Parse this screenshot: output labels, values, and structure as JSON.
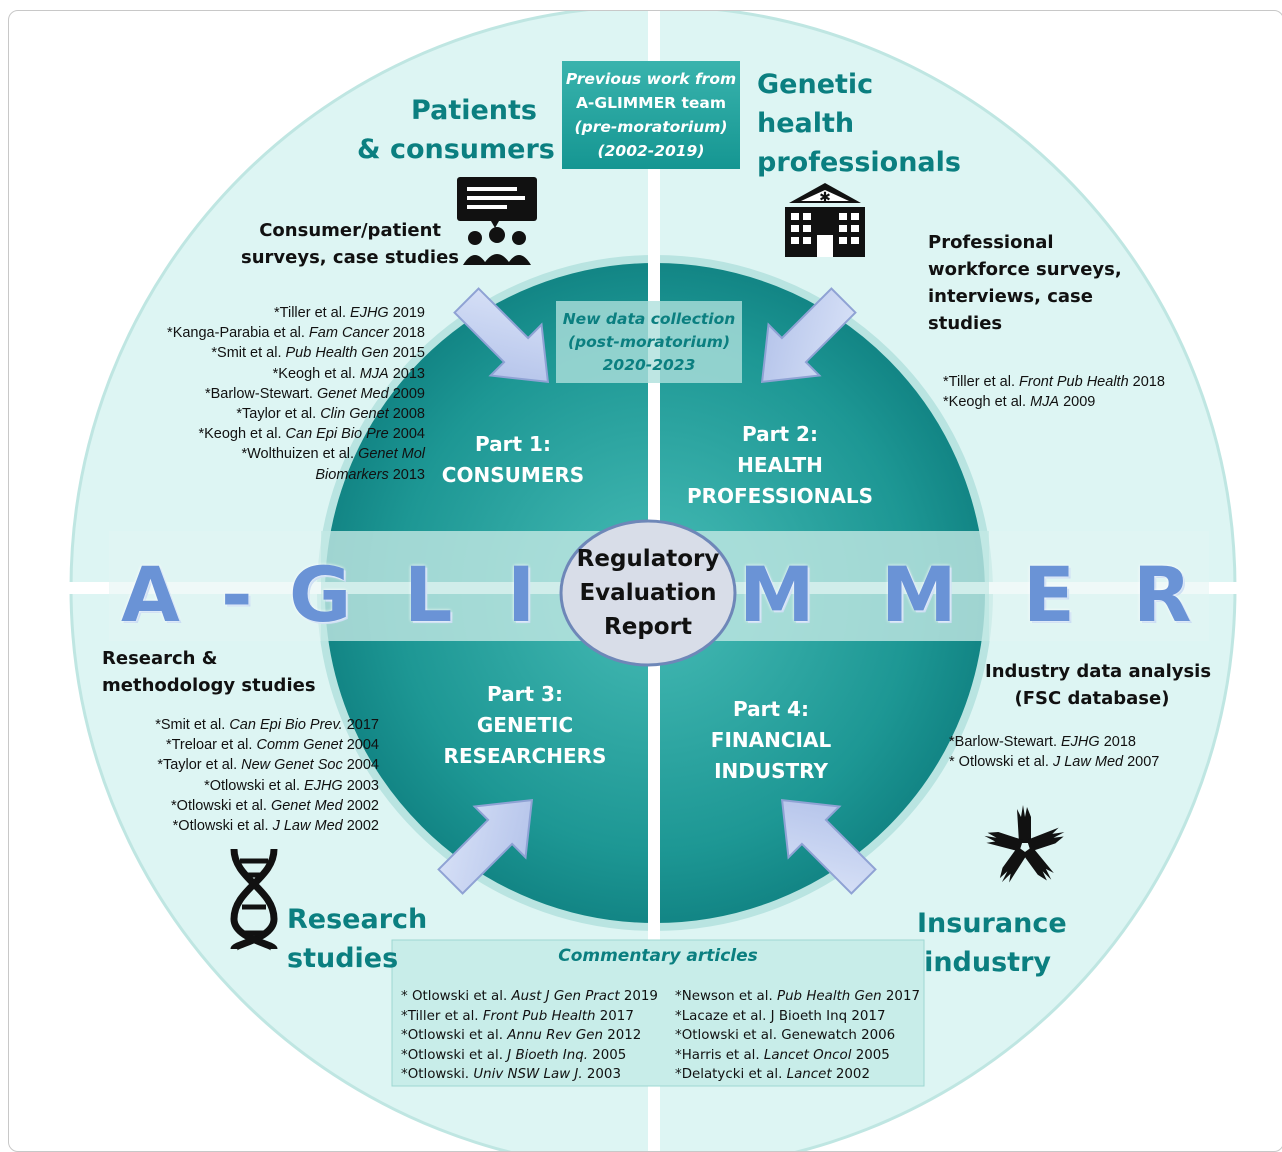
{
  "quadrants": {
    "patients": [
      "Patients",
      "& consumers"
    ],
    "genetic": [
      "Genetic",
      "health",
      "professionals"
    ],
    "research": [
      "Research",
      "studies"
    ],
    "insurance": [
      "Insurance",
      "industry"
    ]
  },
  "previous_work": [
    "Previous work from",
    "A-GLIMMER team",
    "(pre-moratorium)",
    "(2002-2019)"
  ],
  "new_data": [
    "New data collection",
    "(post-moratorium)",
    "2020-2023"
  ],
  "parts": {
    "p1": [
      "Part 1:",
      "CONSUMERS"
    ],
    "p2": [
      "Part 2:",
      "HEALTH",
      "PROFESSIONALS"
    ],
    "p3": [
      "Part 3:",
      "GENETIC",
      "RESEARCHERS"
    ],
    "p4": [
      "Part 4:",
      "FINANCIAL",
      "INDUSTRY"
    ]
  },
  "center": [
    "Regulatory",
    "Evaluation",
    "Report"
  ],
  "banner_letters": [
    "A",
    "-",
    "G",
    "L",
    "I",
    "M",
    "M",
    "E",
    "R"
  ],
  "method_labels": {
    "consumer": [
      "Consumer/patient",
      "surveys, case studies"
    ],
    "professional": [
      "Professional",
      "workforce surveys,",
      "interviews, case",
      "studies"
    ],
    "research": [
      "Research &",
      "methodology studies"
    ],
    "industry": [
      "Industry data analysis",
      "(FSC database)"
    ]
  },
  "refs": {
    "consumer": [
      [
        "*Tiller et al. ",
        "EJHG",
        " 2019"
      ],
      [
        "*Kanga-Parabia et al. ",
        "Fam Cancer",
        " 2018"
      ],
      [
        "*Smit et al. ",
        "Pub Health Gen",
        " 2015"
      ],
      [
        "*Keogh et al. ",
        "MJA",
        " 2013"
      ],
      [
        "*Barlow-Stewart. ",
        "Genet Med",
        " 2009"
      ],
      [
        "*Taylor et al. ",
        "Clin Genet",
        " 2008"
      ],
      [
        "*Keogh et al. ",
        "Can Epi Bio Pre",
        " 2004"
      ],
      [
        "*Wolthuizen et al. ",
        "Genet Mol",
        ""
      ],
      [
        "",
        "Biomarkers",
        " 2013"
      ]
    ],
    "professional": [
      [
        "*Tiller et al. ",
        "Front Pub Health",
        " 2018"
      ],
      [
        "*Keogh et al. ",
        "MJA",
        " 2009"
      ]
    ],
    "research": [
      [
        "*Smit et al. ",
        "Can Epi Bio Prev.",
        " 2017"
      ],
      [
        "*Treloar et al. ",
        "Comm Genet",
        " 2004"
      ],
      [
        "*Taylor et al. ",
        "New Genet Soc",
        " 2004"
      ],
      [
        "*Otlowski et al. ",
        "EJHG",
        " 2003"
      ],
      [
        "*Otlowski et al. ",
        "Genet Med",
        " 2002"
      ],
      [
        "*Otlowski et al. ",
        "J Law Med",
        " 2002"
      ]
    ],
    "industry": [
      [
        "*Barlow-Stewart. ",
        "EJHG",
        " 2018"
      ],
      [
        "* Otlowski et al. ",
        "J Law Med",
        " 2007"
      ]
    ]
  },
  "commentary": {
    "title": "Commentary articles",
    "left": [
      [
        "* Otlowski et al. ",
        "Aust J Gen Pract",
        " 2019"
      ],
      [
        "*Tiller et al. ",
        "Front Pub Health",
        " 2017"
      ],
      [
        "*Otlowski et al. ",
        "Annu Rev Gen",
        " 2012"
      ],
      [
        "*Otlowski et al. ",
        "J Bioeth Inq.",
        " 2005"
      ],
      [
        "*Otlowski. ",
        "Univ NSW Law J.",
        " 2003"
      ]
    ],
    "right": [
      [
        "*Newson et al. ",
        "Pub Health Gen",
        " 2017"
      ],
      [
        "*Lacaze et al. J Bioeth Inq",
        "",
        " 2017"
      ],
      [
        "*Otlowski et al. Genewatch",
        "",
        " 2006"
      ],
      [
        "*Harris et al. ",
        "Lancet Oncol",
        " 2005"
      ],
      [
        "*Delatycki et al. ",
        "Lancet",
        " 2002"
      ]
    ]
  },
  "icons": [
    "presentation-people-icon",
    "hospital-icon",
    "dna-icon",
    "hands-circle-icon"
  ],
  "colors": {
    "teal_dark": "#0b7f80",
    "teal_mid": "#24a3a0",
    "outer_ring": "#ddf5f3",
    "banner_blue": "#6a93d6",
    "arrow": "#c2cff0"
  }
}
